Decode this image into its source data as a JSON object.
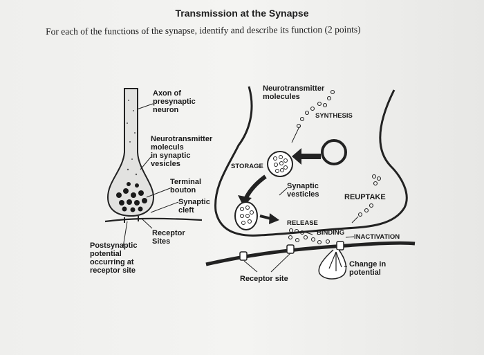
{
  "header": {
    "title": "Transmission at the Synapse",
    "instructions": "For each of the functions of the synapse, identify and describe its function (2 points)"
  },
  "left_diagram": {
    "labels": {
      "axon": "Axon of\npresynaptic\nneuron",
      "vesicles": "Neurotransmitter\nmoleculs\nin synaptic\nvesicles",
      "bouton": "Terminal\nbouton",
      "cleft": "Synaptic\ncleft",
      "receptor_sites": "Receptor\nSites",
      "postsynaptic": "Postsynaptic\npotential\noccurring at\nreceptor site"
    }
  },
  "right_diagram": {
    "labels": {
      "nt_molecules": "Neurotransmitter\nmolecules",
      "synthesis": "SYNTHESIS",
      "storage": "STORAGE",
      "synaptic_vesicles": "Synaptic\nvesticles",
      "reuptake": "REUPTAKE",
      "release": "RELEASE",
      "binding": "BINDING",
      "inactivation": "INACTIVATION",
      "change_in_potential": "Change in\npotential",
      "receptor_site": "Receptor site"
    }
  }
}
